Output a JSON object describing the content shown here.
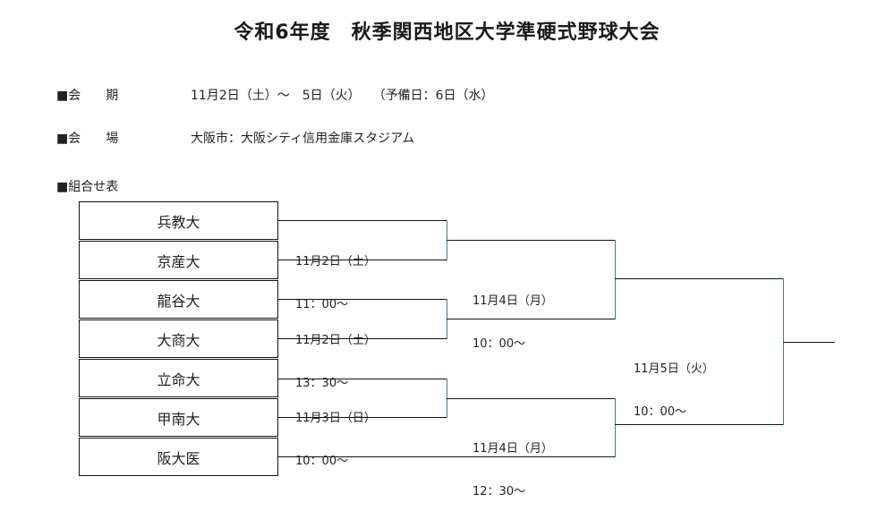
{
  "title": "令和6年度　秋季関西地区大学準硬式野球大会",
  "info": {
    "period_label": "■会　　期",
    "period_value": "11月2日（土）～　5日（火）　　（予備日：6日（水）",
    "venue_label": "■会　　場",
    "venue_value": "大阪市：大阪シティ信用金庫スタジアム"
  },
  "bracket": {
    "section_label": "■組合せ表",
    "teams": [
      "兵教大",
      "京産大",
      "龍谷大",
      "大商大",
      "立命大",
      "甲南大",
      "阪大医"
    ],
    "matches": [
      {
        "date": "11月2日（土）",
        "time": "11：00～"
      },
      {
        "date": "11月2日（土）",
        "time": "13：30～"
      },
      {
        "date": "11月3日（日）",
        "time": "10：00～"
      },
      {
        "date": "11月4日（月）",
        "time": "10：00～"
      },
      {
        "date": "11月4日（月）",
        "time": "12：30～"
      },
      {
        "date": "11月5日（火）",
        "time": "10：00～"
      }
    ]
  }
}
